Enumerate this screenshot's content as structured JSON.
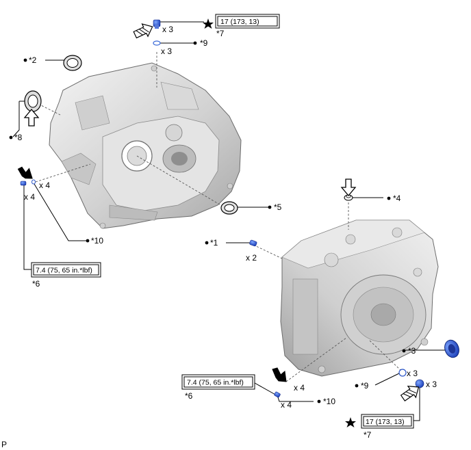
{
  "labels": {
    "l1": "*1",
    "l2": "*2",
    "l3": "*3",
    "l4": "*4",
    "l5": "*5",
    "l6": "*6",
    "l7": "*7",
    "l8": "*8",
    "l9": "*9",
    "l10": "*10"
  },
  "quantities": {
    "x2": "x 2",
    "x3": "x 3",
    "x4": "x 4"
  },
  "torque": {
    "t17": "17 (173, 13)",
    "t74": "7.4 (75, 65 in.*lbf)"
  },
  "footer": {
    "code": "P"
  }
}
